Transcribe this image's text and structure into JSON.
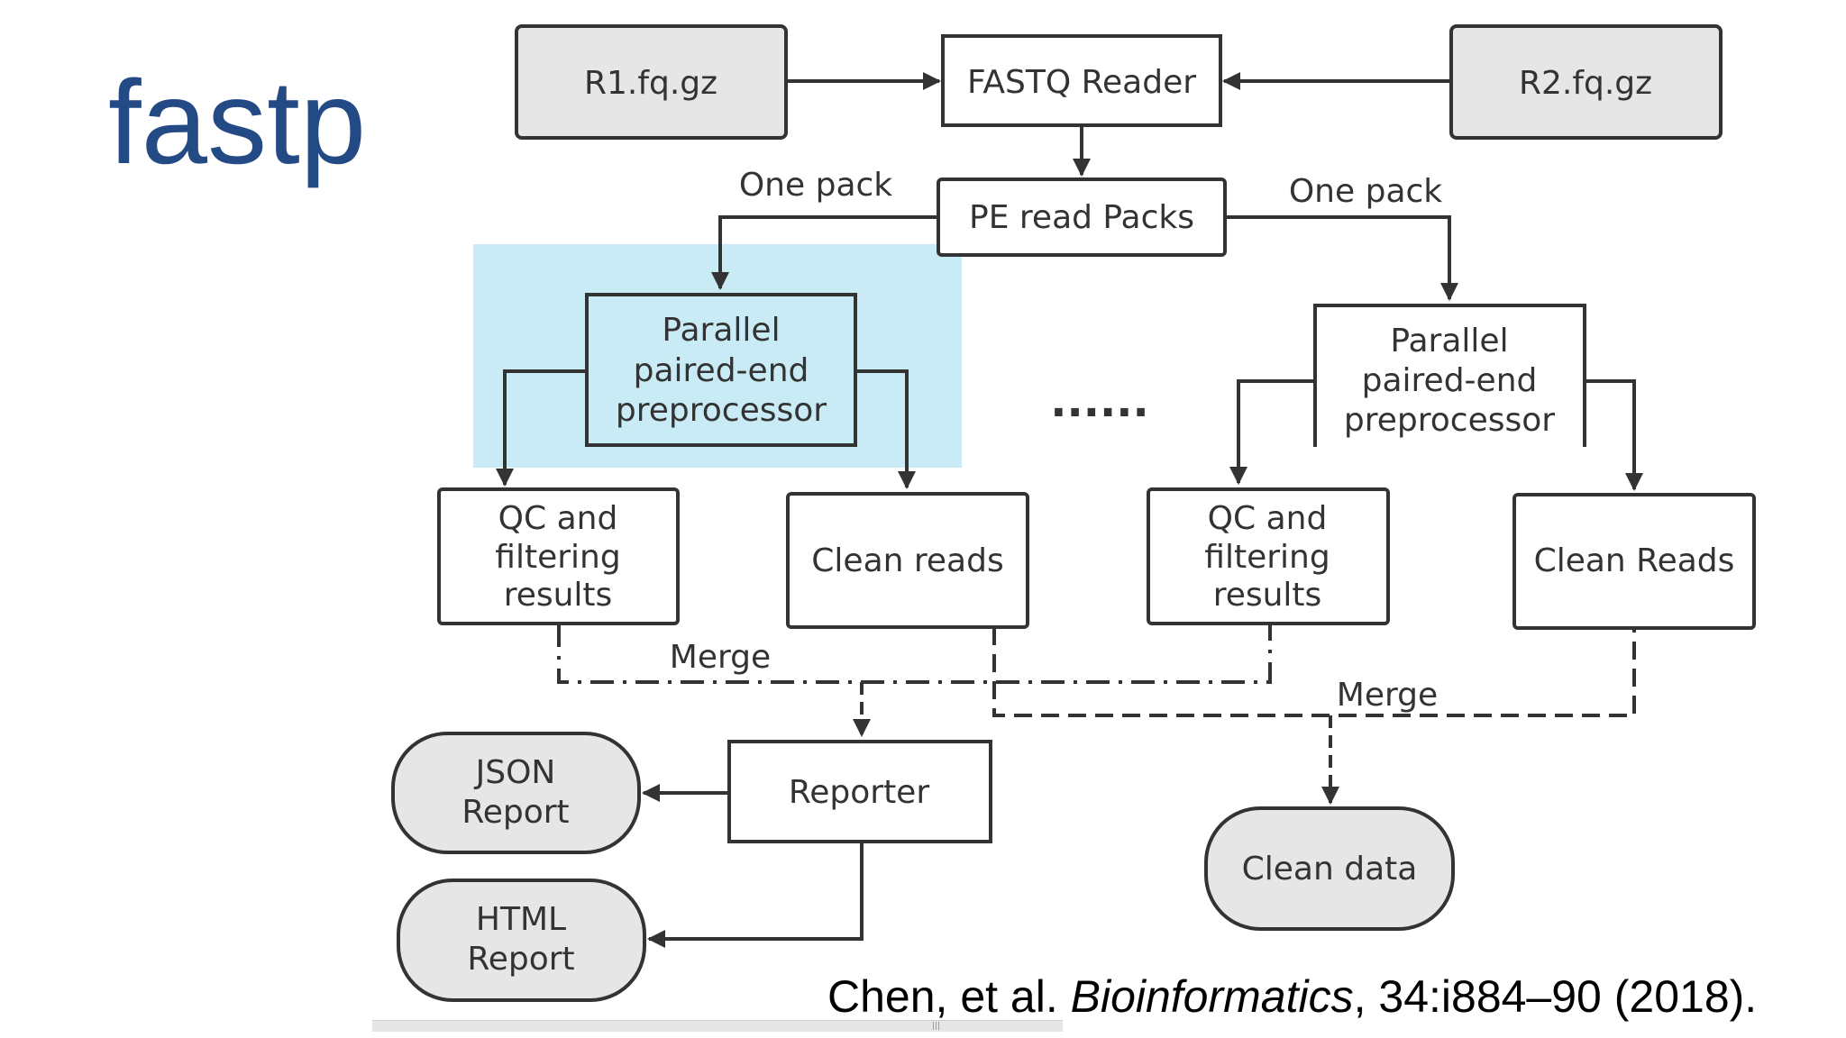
{
  "slide": {
    "title": "fastp"
  },
  "diagram": {
    "inputs": {
      "r1": "R1.fq.gz",
      "r2": "R2.fq.gz"
    },
    "reader": "FASTQ Reader",
    "packs": "PE read Packs",
    "edge_labels": {
      "one_pack_left": "One pack",
      "one_pack_right": "One pack",
      "merge_left": "Merge",
      "merge_right": "Merge"
    },
    "processor_left": [
      "Parallel",
      "paired-end",
      "preprocessor"
    ],
    "processor_right": [
      "Parallel",
      "paired-end",
      "preprocessor"
    ],
    "ellipsis": "......",
    "qc_left": [
      "QC and",
      "filtering",
      "results"
    ],
    "clean_reads_left": "Clean reads",
    "qc_right": [
      "QC and",
      "filtering",
      "results"
    ],
    "clean_reads_right": "Clean Reads",
    "reporter": "Reporter",
    "json_report": [
      "JSON",
      "Report"
    ],
    "html_report": [
      "HTML",
      "Report"
    ],
    "clean_data": "Clean data",
    "colors": {
      "highlight": "#c9ebf5",
      "gray_box": "#e6e6e6",
      "stroke": "#333333"
    }
  },
  "citation": {
    "authors": "Chen, et al. ",
    "journal": "Bioinformatics",
    "details": ", 34:i884–90 (2018)."
  }
}
